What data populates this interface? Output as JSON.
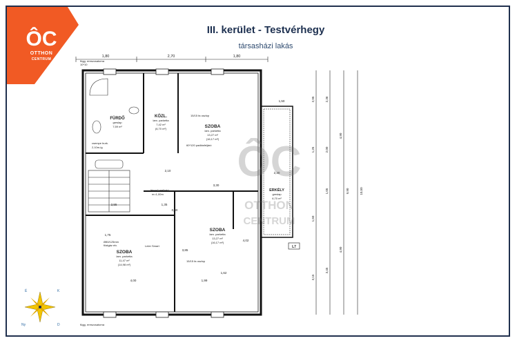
{
  "header": {
    "title": "III. kerület - Testvérhegy",
    "subtitle": "társasházi lakás"
  },
  "logo": {
    "mark": "ÔC",
    "line1": "OTTHON",
    "line2": "CENTRUM"
  },
  "colors": {
    "accent": "#f15a24",
    "navy": "#1d3050",
    "line": "#1a1a1a"
  },
  "plan": {
    "top_dims": [
      "1,80",
      "2,70",
      "1,80"
    ],
    "notes": {
      "facade_top": "függ. ereszcsatorna",
      "facade_top_size": "10*10",
      "facade_bottom": "függ. ereszcsatorna",
      "skylight": "60*120 padlásfeljáró",
      "post_top": "15/15 fa oszlop",
      "post_bottom": "15/15 fa oszlop",
      "stair_label": "lépcső mellvéd",
      "stair_height": "m=1,00m",
      "gas_meter": "Leier Smart",
      "flue": "Ø80/125mm",
      "flue2": "füstgáz elv.",
      "bath_label": "csempe burk.",
      "bath_height": "2,10m-ig"
    },
    "rooms": [
      {
        "name": "FÜRDŐ",
        "floor": "greslap",
        "area": "7,59 m²"
      },
      {
        "name": "KÖZL.",
        "floor": "lam. parketta",
        "area": "7,42 m²",
        "area2": "(6,70 m²)"
      },
      {
        "name": "SZOBA",
        "floor": "lam. parketta",
        "area": "13,27 m²",
        "area2": "(16,17 m²)"
      },
      {
        "name": "ERKÉLY",
        "floor": "greslap",
        "area": "6,70 m²"
      },
      {
        "name": "SZOBA",
        "floor": "lam. parketta",
        "area": "13,27 m²",
        "area2": "(16,17 m²)"
      },
      {
        "name": "SZOBA",
        "floor": "lam. parketta",
        "area": "11,47 m²",
        "area2": "(14,98 m²)"
      }
    ],
    "right_dims": [
      "2,95",
      "2,36",
      "4,90",
      "2,00",
      "9,90",
      "10,50",
      "1,25",
      "1,05",
      "1,50",
      "4,90",
      "3,45",
      "3,15"
    ],
    "sample_dims": [
      "3,30",
      "1,50",
      "2,10",
      "2,30",
      "2,55",
      "4,00",
      "1,75",
      "1,35",
      "0,90",
      "3,85",
      "4,02",
      "1,99",
      "1,62"
    ],
    "tag": "L7"
  },
  "compass": {
    "letters": [
      "É",
      "K",
      "D",
      "Ny"
    ]
  }
}
